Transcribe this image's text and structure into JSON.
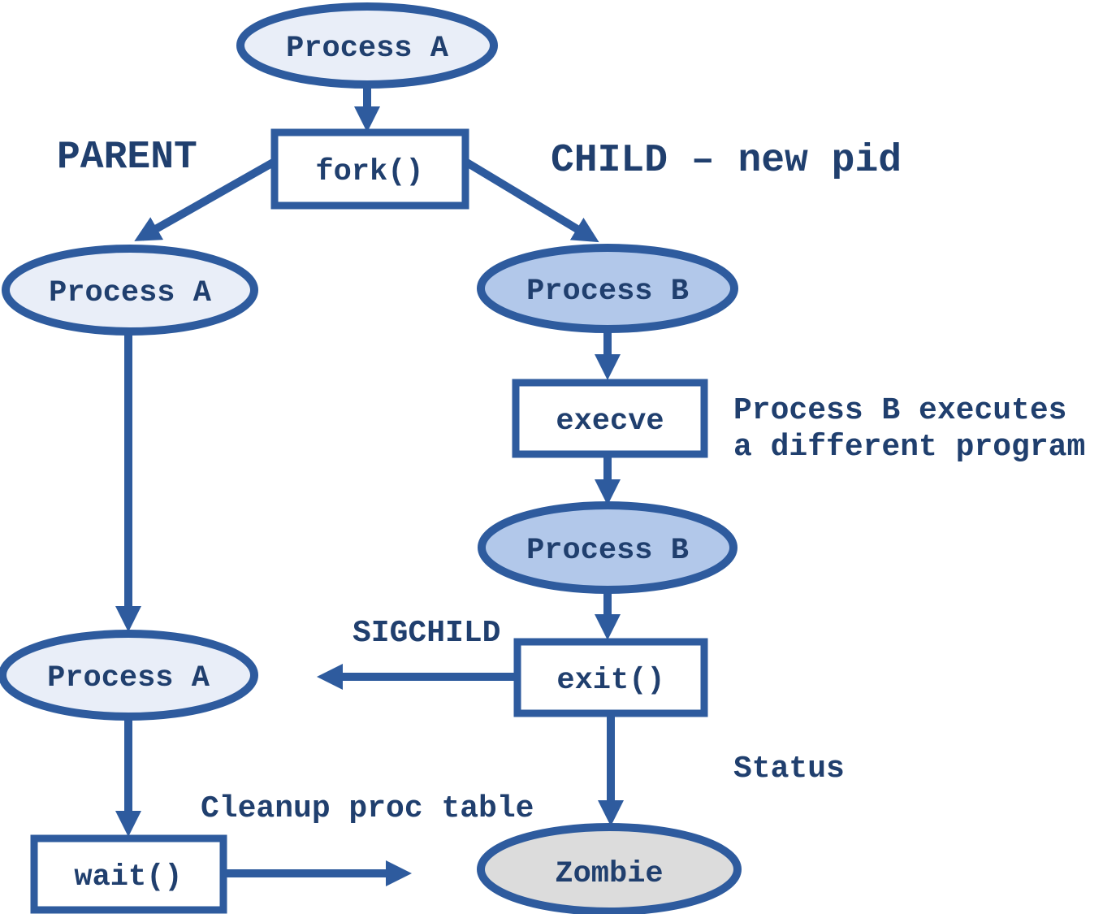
{
  "diagram_title": "Unix process fork/exec lifecycle",
  "colors": {
    "background": "#ffffff",
    "accent": "#2e5b9e",
    "text": "#203f6e",
    "process_a_fill": "#e9eef8",
    "process_b_fill": "#b2c8ea",
    "zombie_fill": "#dcdcdc"
  },
  "nodes": {
    "process_a_top": {
      "label": "Process A",
      "shape": "ellipse"
    },
    "fork": {
      "label": "fork()",
      "shape": "rect"
    },
    "process_a_mid": {
      "label": "Process A",
      "shape": "ellipse"
    },
    "process_b_top": {
      "label": "Process B",
      "shape": "ellipse"
    },
    "execve": {
      "label": "execve",
      "shape": "rect"
    },
    "process_b_bottom": {
      "label": "Process B",
      "shape": "ellipse"
    },
    "exit": {
      "label": "exit()",
      "shape": "rect"
    },
    "process_a_bottom": {
      "label": "Process A",
      "shape": "ellipse"
    },
    "wait": {
      "label": "wait()",
      "shape": "rect"
    },
    "zombie": {
      "label": "Zombie",
      "shape": "ellipse"
    }
  },
  "annotations": {
    "parent": "PARENT",
    "child": "CHILD – new pid",
    "execve_note_line1": "Process B executes",
    "execve_note_line2": "a different program",
    "sigchild": "SIGCHILD",
    "status": "Status",
    "cleanup": "Cleanup proc table"
  }
}
